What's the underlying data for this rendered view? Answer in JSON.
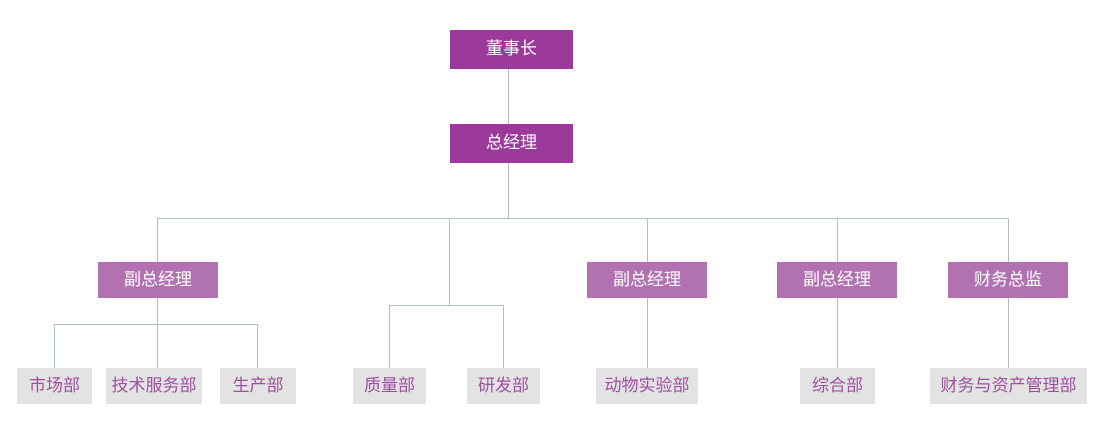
{
  "org_chart": {
    "type": "organization-chart",
    "colors": {
      "executive_box_bg": "#9c3a9c",
      "manager_box_bg": "#b272b2",
      "department_box_bg": "#e4e3e4",
      "department_text": "#9e4f9f",
      "executive_text": "#ffffff",
      "connector_line": "#b0bfc8",
      "background": "#ffffff"
    },
    "nodes": {
      "chairman": {
        "label": "董事长"
      },
      "general_manager": {
        "label": "总经理"
      },
      "deputy_gm_1": {
        "label": "副总经理"
      },
      "deputy_gm_2": {
        "label": "副总经理"
      },
      "deputy_gm_3": {
        "label": "副总经理"
      },
      "finance_director": {
        "label": "财务总监"
      },
      "marketing_dept": {
        "label": "市场部"
      },
      "tech_service_dept": {
        "label": "技术服务部"
      },
      "production_dept": {
        "label": "生产部"
      },
      "quality_dept": {
        "label": "质量部"
      },
      "rnd_dept": {
        "label": "研发部"
      },
      "animal_lab_dept": {
        "label": "动物实验部"
      },
      "general_affairs_dept": {
        "label": "综合部"
      },
      "finance_asset_dept": {
        "label": "财务与资产管理部"
      }
    },
    "hierarchy": {
      "chairman": {
        "general_manager": {
          "deputy_gm_1": [
            "marketing_dept",
            "tech_service_dept",
            "production_dept"
          ],
          "unlabeled_branch": [
            "quality_dept",
            "rnd_dept"
          ],
          "deputy_gm_2": [
            "animal_lab_dept"
          ],
          "deputy_gm_3": [
            "general_affairs_dept"
          ],
          "finance_director": [
            "finance_asset_dept"
          ]
        }
      }
    }
  }
}
